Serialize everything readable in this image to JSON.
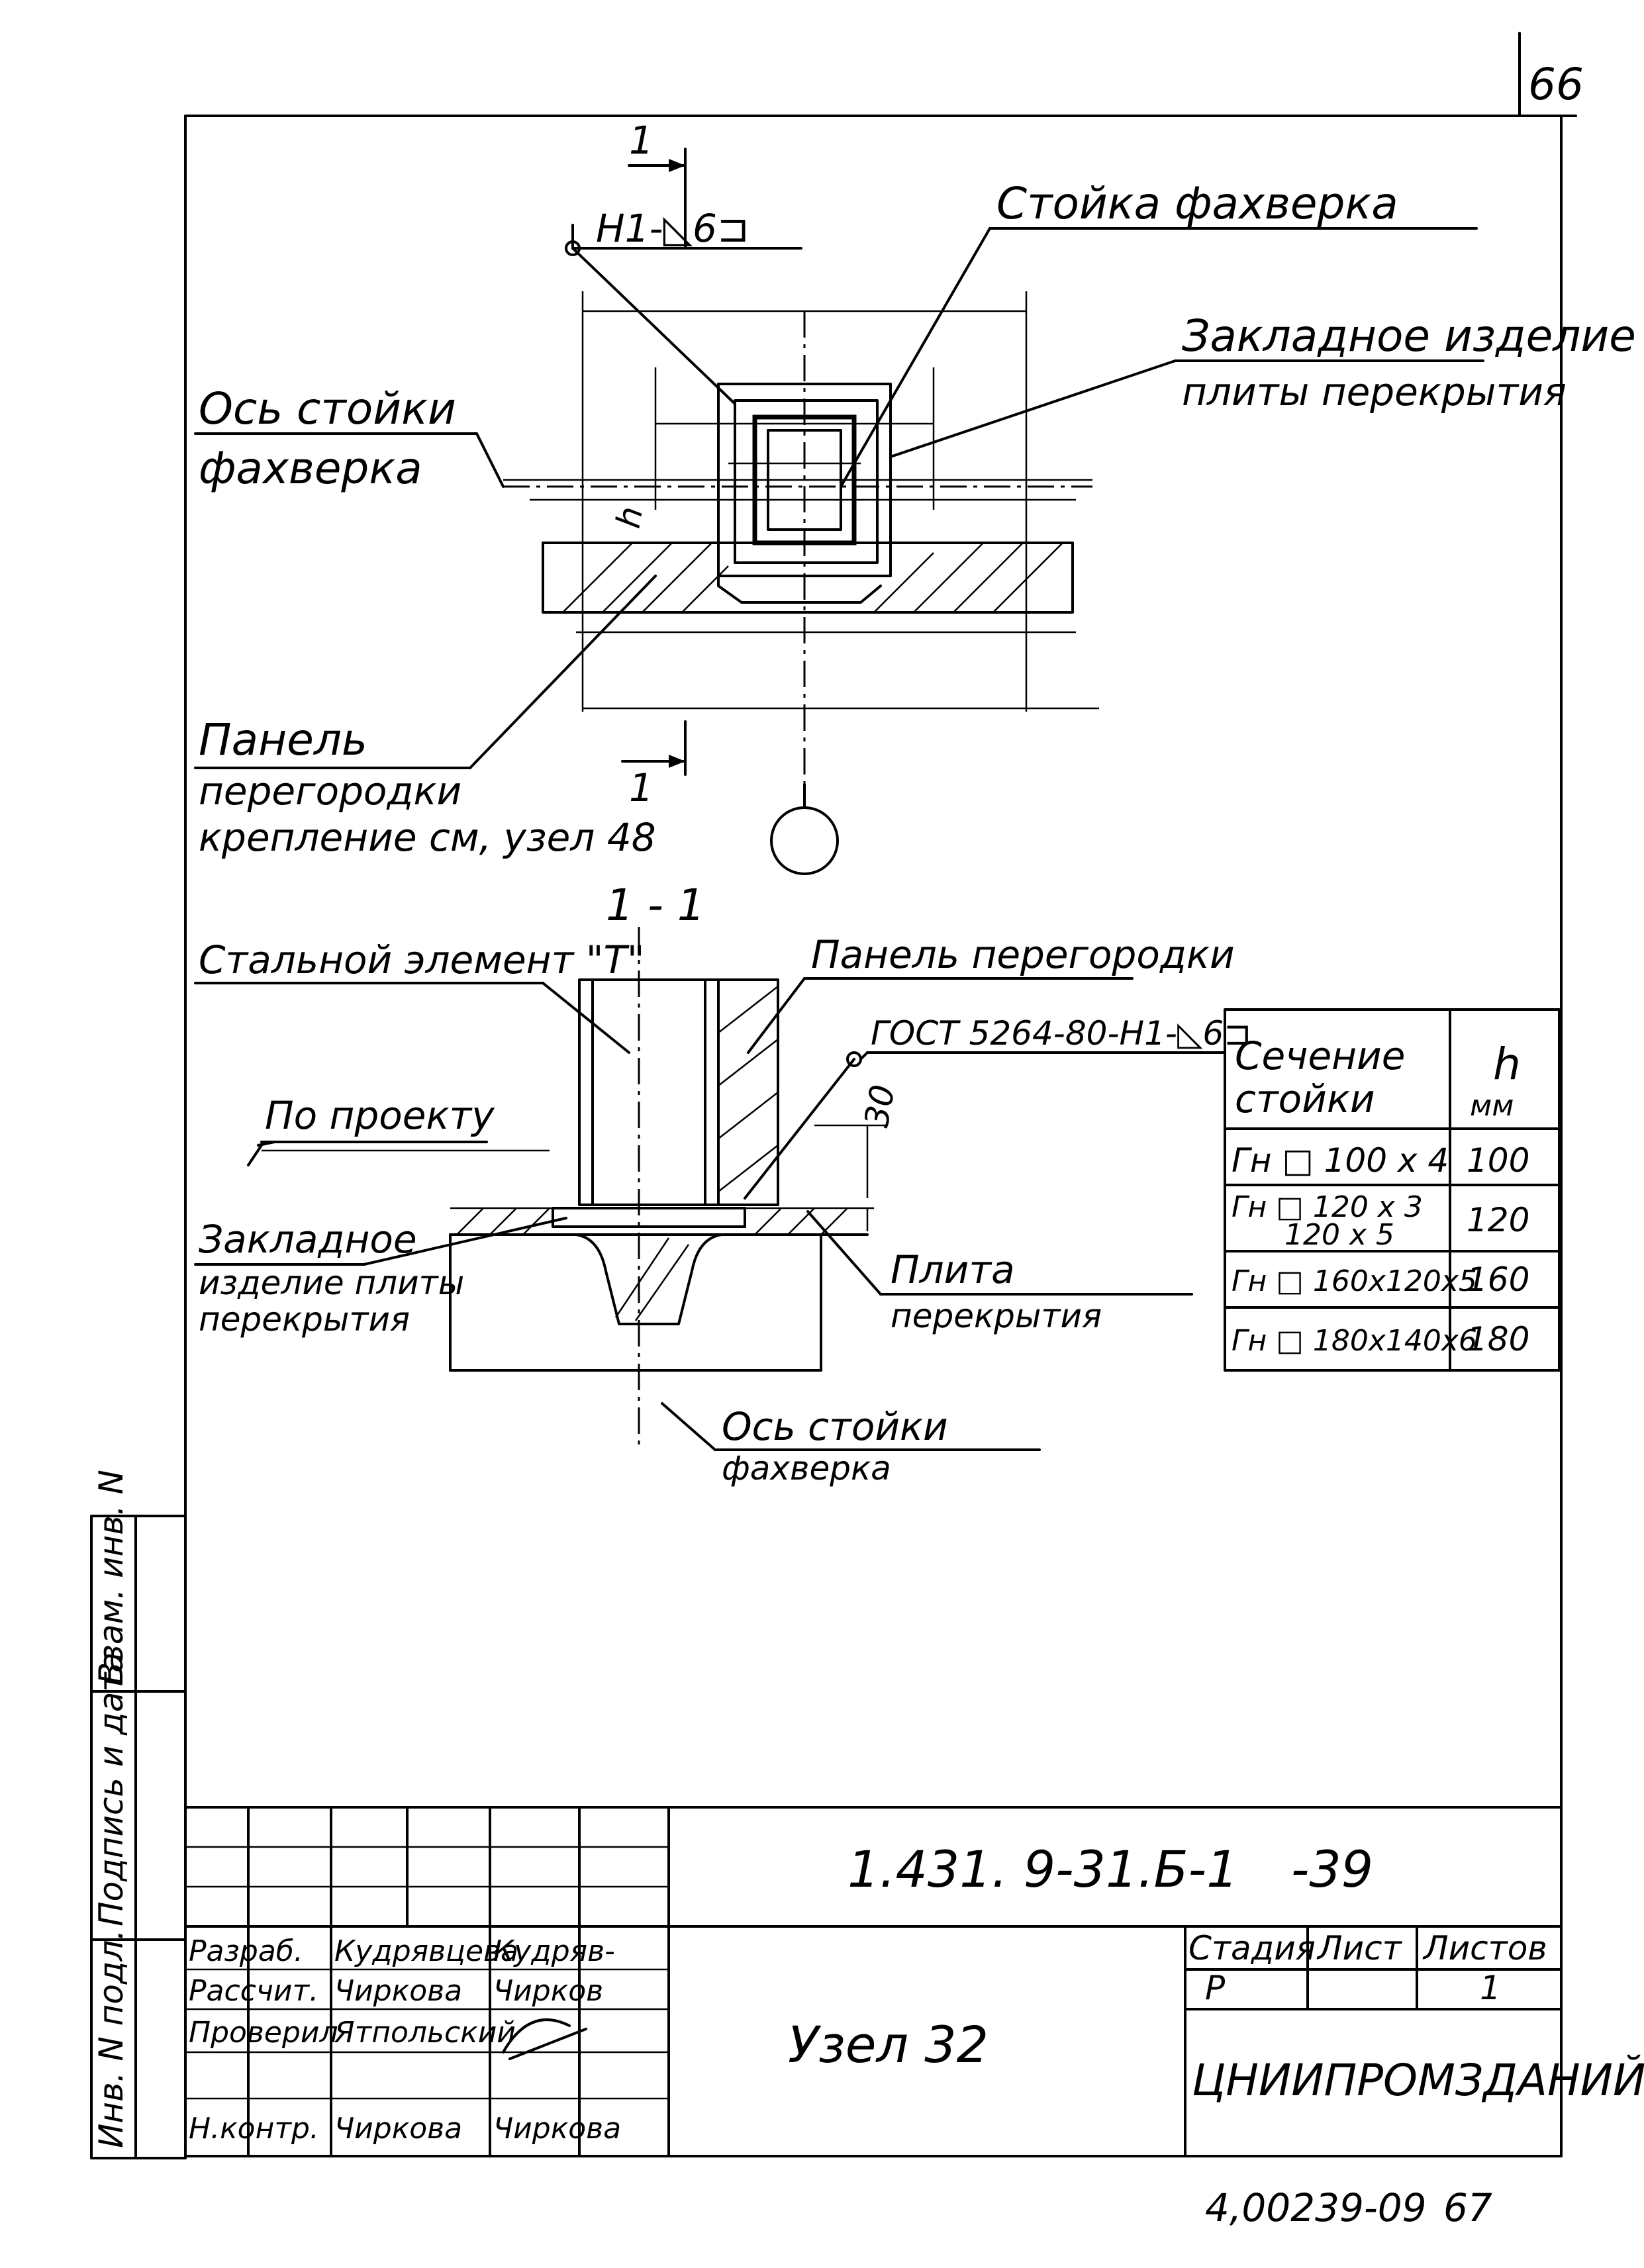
{
  "sheet_no": "66",
  "plan_view": {
    "section_mark_top": "1",
    "section_mark_bottom": "1",
    "weld_mark": "Н1-◺6⊐",
    "label_post": "Стойка фахверка",
    "label_embedded_1": "Закладное изделие",
    "label_embedded_2": "плиты перекрытия",
    "label_axis_1": "Ось стойки",
    "label_axis_2": "фахверка",
    "dim_h": "h",
    "label_panel_1": "Панель",
    "label_panel_2": "перегородки",
    "label_panel_3": "крепление см, узел 48"
  },
  "section_view": {
    "title": "1 - 1",
    "label_steel": "Стальной элемент \"Т\"",
    "label_panel": "Панель перегородки",
    "weld_gost": "ГОСТ 5264-80-Н1-◺6⊐",
    "label_project": "По проекту",
    "dim_30": "30",
    "label_embedded_1": "Закладное",
    "label_embedded_2": "изделие плиты",
    "label_embedded_3": "перекрытия",
    "label_slab_1": "Плита",
    "label_slab_2": "перекрытия",
    "label_axis_1": "Ось стойки",
    "label_axis_2": "фахверка"
  },
  "table": {
    "header_col1_1": "Сечение",
    "header_col1_2": "стойки",
    "header_col2_1": "h",
    "header_col2_2": "мм",
    "rows": [
      {
        "section": "Гн □ 100 х 4",
        "h": "100"
      },
      {
        "section": "Гн □ 120 х 3",
        "section2": "120 х 5",
        "h": "120"
      },
      {
        "section": "Гн □ 160х120х5",
        "h": "160"
      },
      {
        "section": "Гн □ 180х140х6",
        "h": "180"
      }
    ]
  },
  "side_stamp": {
    "inv_orig": "Инв. N подл.",
    "sign_date": "Подпись и дата",
    "inv_inst": "Взам. инв. N"
  },
  "title_block": {
    "doc_code": "1.431. 9-31.Б-1",
    "sheet_code": "-39",
    "node_title": "Узел 32",
    "stage_header": "Стадия",
    "sheet_header": "Лист",
    "sheets_header": "Листов",
    "stage_value": "Р",
    "sheet_value": "",
    "sheets_value": "1",
    "organization": "ЦНИИПРОМЗДАНИЙ",
    "roles": [
      {
        "role": "Разраб.",
        "name": "Кудрявцева",
        "sign": "Кудряв-"
      },
      {
        "role": "Рассчит.",
        "name": "Чиркова",
        "sign": "Чирков"
      },
      {
        "role": "Проверил",
        "name": "Ятпольский",
        "sign": ""
      },
      {
        "role": "",
        "name": "",
        "sign": ""
      },
      {
        "role": "Н.контр.",
        "name": "Чиркова",
        "sign": "Чиркова"
      }
    ]
  },
  "archive_no": "4,00239-09",
  "archive_page": "67"
}
